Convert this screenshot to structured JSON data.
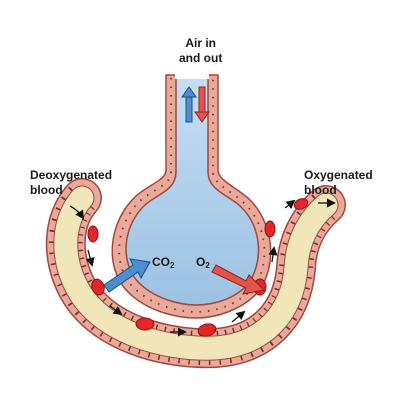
{
  "labels": {
    "air": {
      "line1": "Air in",
      "line2": "and out"
    },
    "deoxygenated": {
      "line1": "Deoxygenated",
      "line2": "blood"
    },
    "oxygenated": {
      "line1": "Oxygenated",
      "line2": "blood"
    },
    "co2": {
      "main": "CO",
      "sub": "2"
    },
    "o2": {
      "main": "O",
      "sub": "2"
    }
  },
  "colors": {
    "alveolus_fill": "#aecfe9",
    "wall": "#e9a99b",
    "wall_outline": "#a0483e",
    "capillary_lumen": "#f1e6b9",
    "red_blood_cell": "#e4262b",
    "co2_arrow": "#4b8fd1",
    "o2_arrow": "#e2544a"
  },
  "icons": {
    "air_in": "arrow-up-icon",
    "air_out": "arrow-down-icon",
    "flow": "flow-arrow-icon",
    "cell": "red-blood-cell-icon"
  }
}
